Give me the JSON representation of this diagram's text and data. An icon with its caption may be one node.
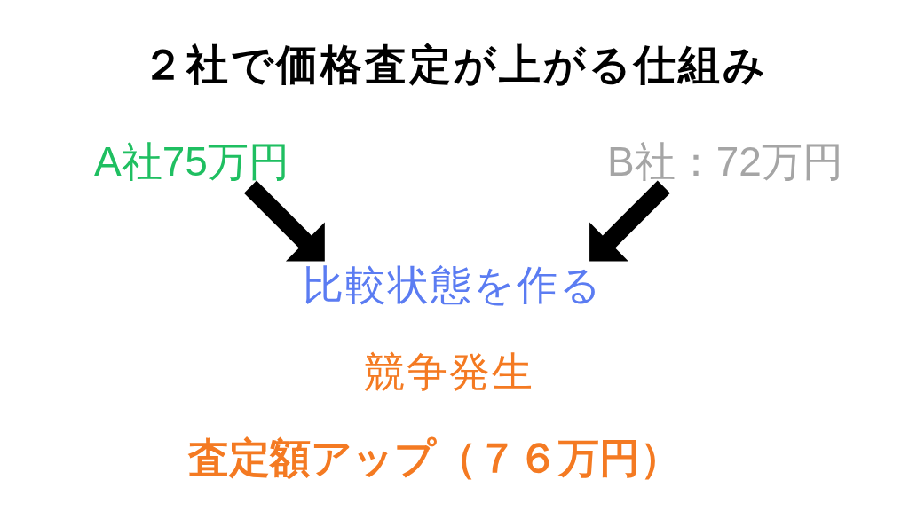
{
  "diagram": {
    "title": "２社で価格査定が上がる仕組み",
    "nodes": [
      {
        "text": [
          "A社75万円"
        ]
      },
      {
        "text": [
          "B社：72万円"
        ]
      },
      {
        "text": [
          "比較状態を作る"
        ]
      }
    ],
    "edges": [
      {
        "from": 0,
        "to": 2,
        "arrow": "to",
        "style": "thick"
      },
      {
        "from": 1,
        "to": 2,
        "arrow": "to",
        "style": "thick"
      }
    ],
    "labels": [
      "競争発生",
      "査定額アップ（７６万円）"
    ]
  }
}
